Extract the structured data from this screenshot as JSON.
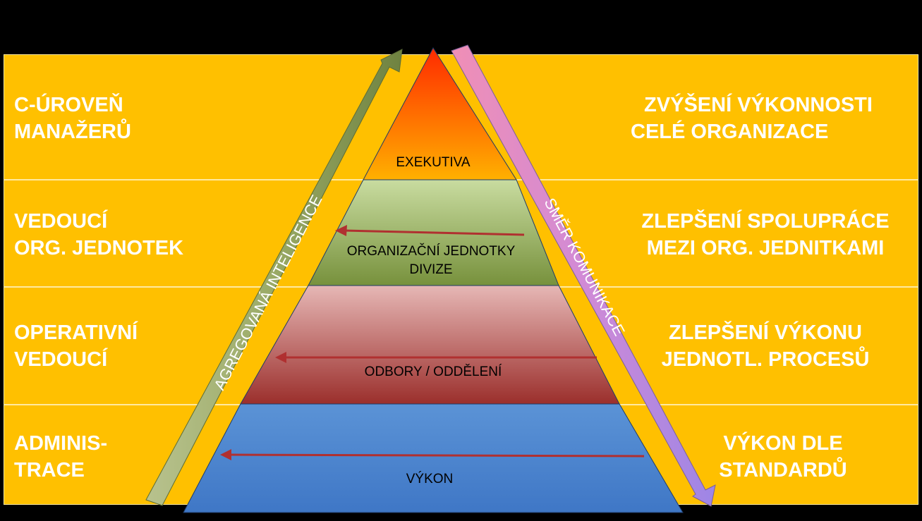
{
  "left_labels": [
    {
      "line1": "C-ÚROVEŇ",
      "line2": "MANAŽERŮ"
    },
    {
      "line1": "VEDOUCÍ",
      "line2": "ORG. JEDNOTEK"
    },
    {
      "line1": "OPERATIVNÍ",
      "line2": "VEDOUCÍ"
    },
    {
      "line1": "ADMINIS-",
      "line2": "TRACE"
    }
  ],
  "right_labels": [
    {
      "line1": "ZVÝŠENÍ VÝKONNOSTI",
      "line2": "CELÉ ORGANIZACE"
    },
    {
      "line1": "ZLEPŠENÍ SPOLUPRÁCE",
      "line2": "MEZI ORG. JEDNITKAMI"
    },
    {
      "line1": "ZLEPŠENÍ VÝKONU",
      "line2": "JEDNOTL. PROCESŮ"
    },
    {
      "line1": "VÝKON DLE",
      "line2": "STANDARDŮ"
    }
  ],
  "pyramid": [
    {
      "line1": "EXEKUTIVA"
    },
    {
      "line1": "ORGANIZAČNÍ JEDNOTKY",
      "line2": "DIVIZE"
    },
    {
      "line1": "ODBORY / ODDĚLENÍ"
    },
    {
      "line1": "VÝKON"
    }
  ],
  "arrows": {
    "up_label": "AGREGOVANÁ INTELIGENCE",
    "down_label": "SMĚR KOMUNIKACE"
  },
  "colors": {
    "band": "#ffc000",
    "label_text": "#ffffff",
    "up_arrow": "#8fa15a",
    "down_arrow": "#d58ad8",
    "flow_arrow": "#b03030"
  }
}
